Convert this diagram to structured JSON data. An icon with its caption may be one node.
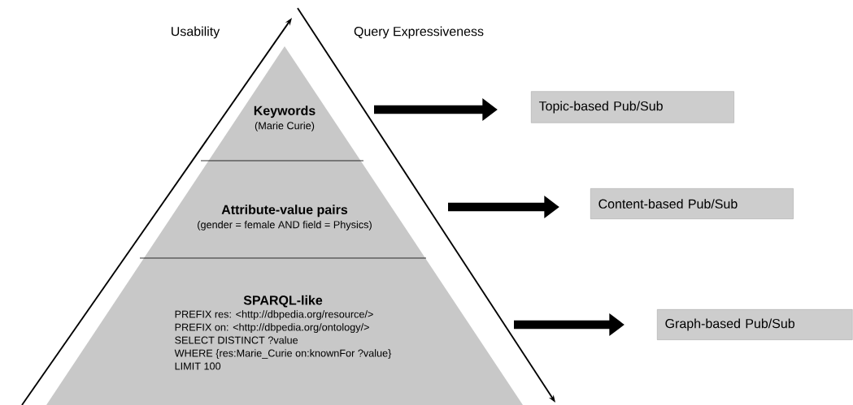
{
  "diagram": {
    "nodes": [
      {
        "text": [
          "Keywords",
          "(Marie Curie)"
        ]
      },
      {
        "text": [
          "Attribute-value pairs",
          "(gender = female AND field = Physics)"
        ]
      },
      {
        "text": [
          "SPARQL-like",
          "PREFIX res: <http://dbpedia.org/resource/>",
          "PREFIX on: <http://dbpedia.org/ontology/>",
          "SELECT DISTINCT ?value",
          "WHERE {res:Marie_Curie on:knownFor ?value}",
          "LIMIT 100"
        ]
      },
      {
        "text": [
          "Topic-based Pub/Sub"
        ]
      },
      {
        "text": [
          "Content-based Pub/Sub"
        ]
      },
      {
        "text": [
          "Graph-based Pub/Sub"
        ]
      }
    ],
    "edges": [
      {
        "from": 0,
        "to": 3,
        "arrow": "to"
      },
      {
        "from": 1,
        "to": 4,
        "arrow": "to"
      },
      {
        "from": 2,
        "to": 5,
        "arrow": "to"
      }
    ],
    "labels": [
      "Usability",
      "Query Expressiveness"
    ]
  }
}
